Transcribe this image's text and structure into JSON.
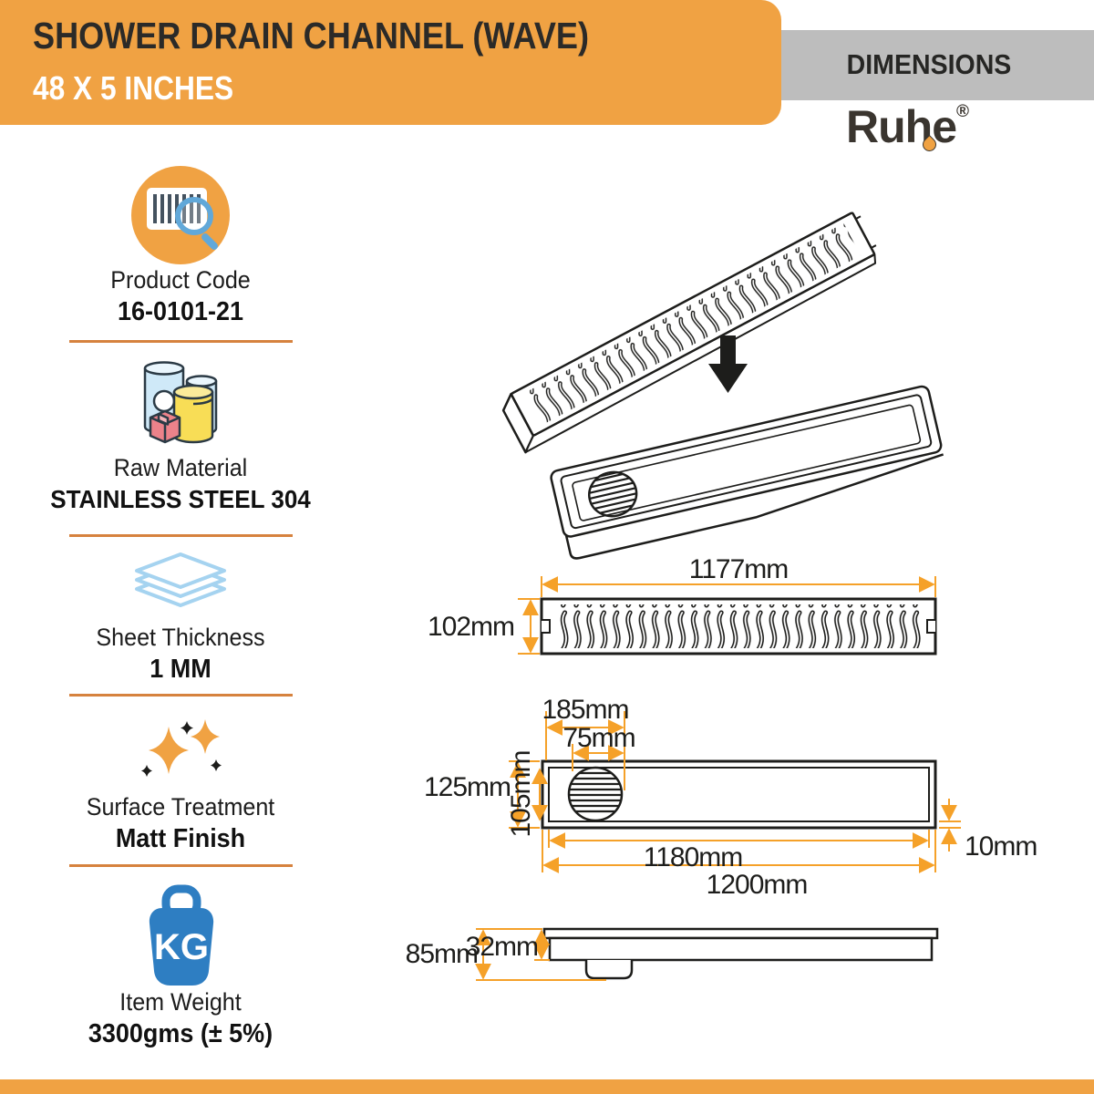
{
  "header": {
    "title": "SHOWER DRAIN CHANNEL (WAVE)",
    "subtitle": "48 X 5 INCHES"
  },
  "dimensions_panel": {
    "label": "DIMENSIONS",
    "brand": "Ruhe",
    "registered_mark": "®"
  },
  "specs": [
    {
      "icon": "barcode-search-icon",
      "label": "Product Code",
      "value": "16-0101-21"
    },
    {
      "icon": "containers-icon",
      "label": "Raw Material",
      "value": "STAINLESS STEEL 304"
    },
    {
      "icon": "sheets-icon",
      "label": "Sheet Thickness",
      "value": "1 MM"
    },
    {
      "icon": "sparkles-icon",
      "label": "Surface Treatment",
      "value": "Matt Finish"
    },
    {
      "icon": "weight-icon",
      "label": "Item Weight",
      "value": "3300gms (± 5%)"
    }
  ],
  "weight_badge": "KG",
  "colors": {
    "accent_orange": "#F0A243",
    "dimension_line_orange": "#F5A129",
    "divider_orange": "#D6823E",
    "gray_band": "#BDBDBD",
    "line_art": "#1D1D1B",
    "kg_blue": "#2E7EC2"
  },
  "diagram": {
    "grate_top_view": {
      "length": "1177mm",
      "width": "102mm"
    },
    "channel_top_view": {
      "drain_offset": "185mm",
      "drain_diameter": "75mm",
      "outer_width": "125mm",
      "inner_width": "105mm",
      "inner_length": "1180mm",
      "outer_length": "1200mm",
      "flange_lip": "10mm"
    },
    "side_view": {
      "total_height": "85mm",
      "body_height": "32mm"
    }
  }
}
